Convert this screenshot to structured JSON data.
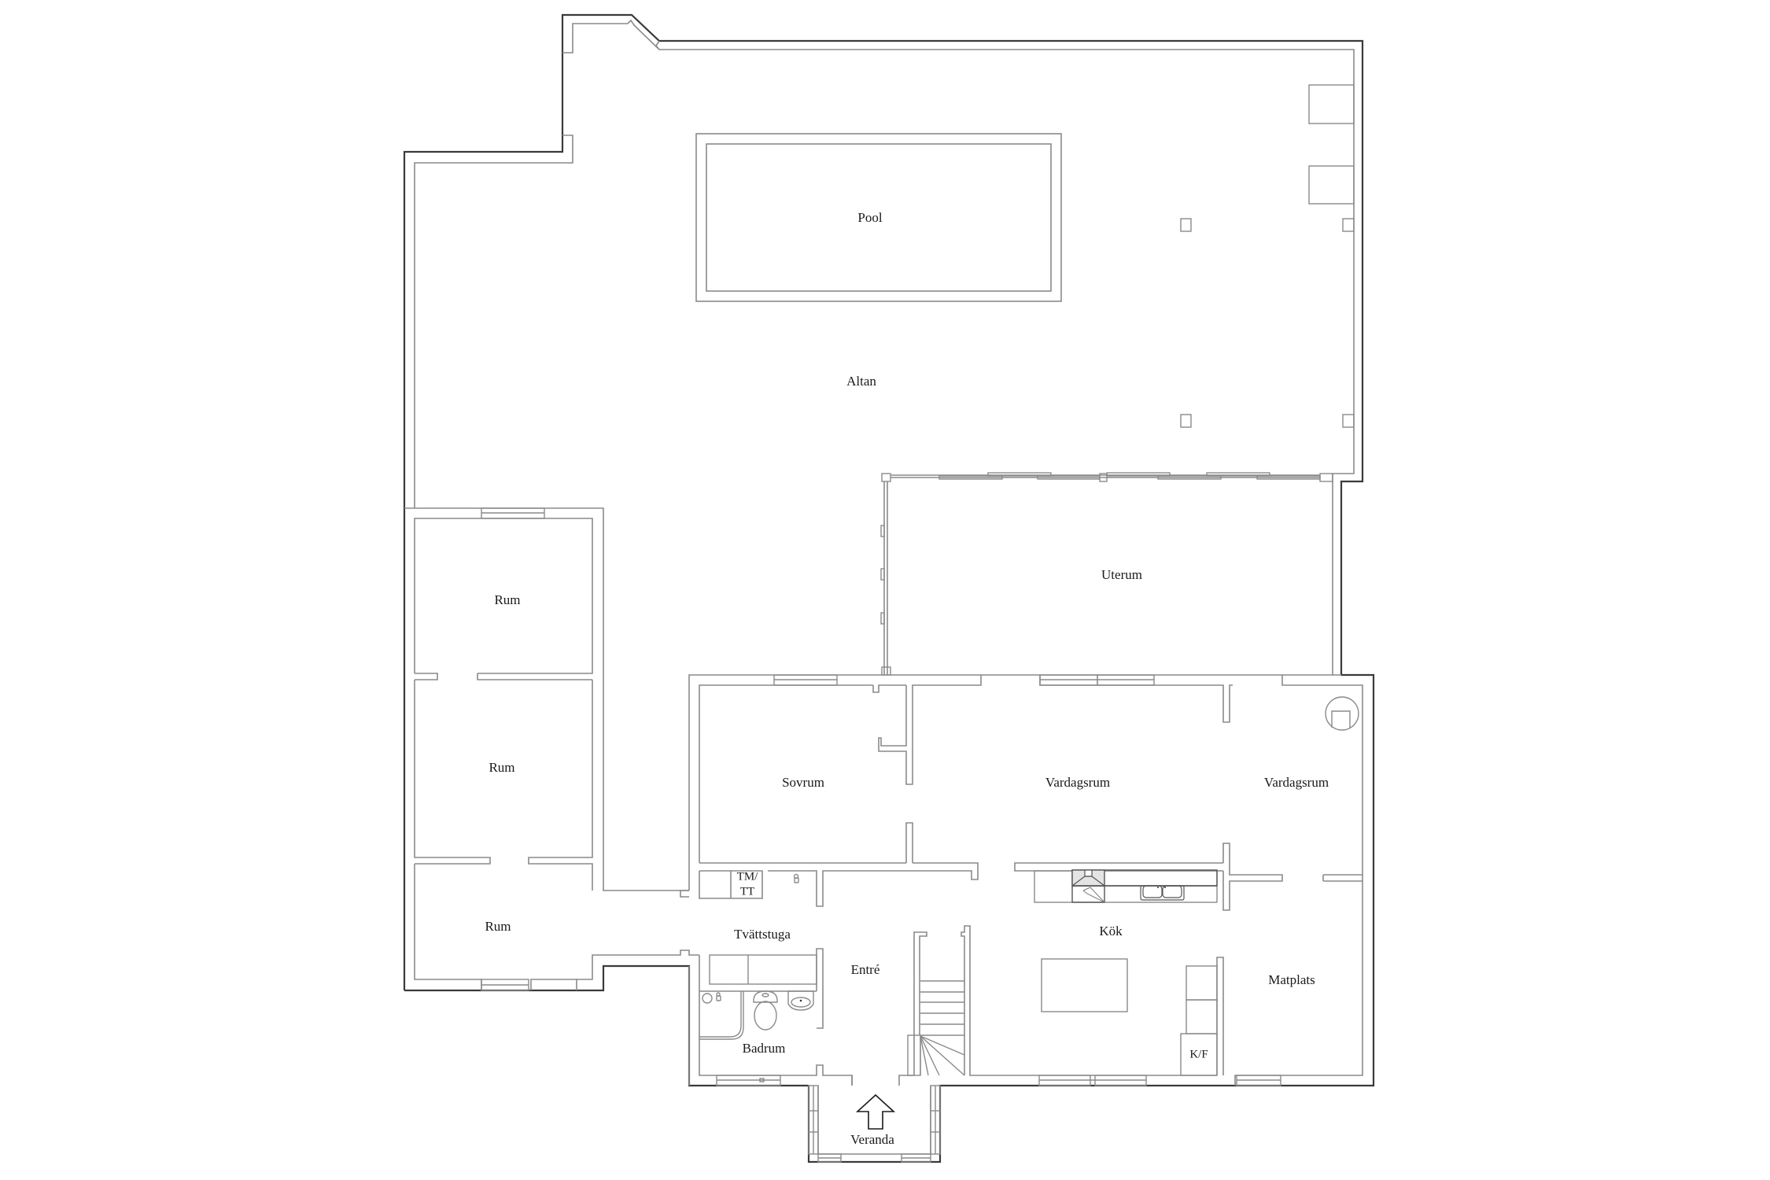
{
  "plan": {
    "title": "Floor plan",
    "colors": {
      "background": "#ffffff",
      "outer_wall": "#3a3a3a",
      "inner_wall": "#8a8a8a",
      "text": "#1a1a1a",
      "hood_fill": "#e4e4e4"
    },
    "rooms": {
      "pool": {
        "label": "Pool"
      },
      "altan": {
        "label": "Altan"
      },
      "uterum": {
        "label": "Uterum"
      },
      "rum_1": {
        "label": "Rum"
      },
      "rum_2": {
        "label": "Rum"
      },
      "rum_3": {
        "label": "Rum"
      },
      "sovrum": {
        "label": "Sovrum"
      },
      "vardagsrum_1": {
        "label": "Vardagsrum"
      },
      "vardagsrum_2": {
        "label": "Vardagsrum"
      },
      "tvattstuga": {
        "label": "Tvättstuga"
      },
      "entre": {
        "label": "Entré"
      },
      "kok": {
        "label": "Kök"
      },
      "matplats": {
        "label": "Matplats"
      },
      "badrum": {
        "label": "Badrum"
      },
      "veranda": {
        "label": "Veranda"
      }
    },
    "fixtures": {
      "tm_tt_line1": "TM/",
      "tm_tt_line2": "TT",
      "kf": "K/F"
    },
    "icons": {
      "entrance_arrow": "arrow-up-icon",
      "fireplace": "stove-icon",
      "toilet": "toilet-icon",
      "sink": "sink-icon",
      "shower": "shower-icon",
      "kitchen_sink": "double-sink-icon",
      "stair": "staircase-icon"
    }
  }
}
